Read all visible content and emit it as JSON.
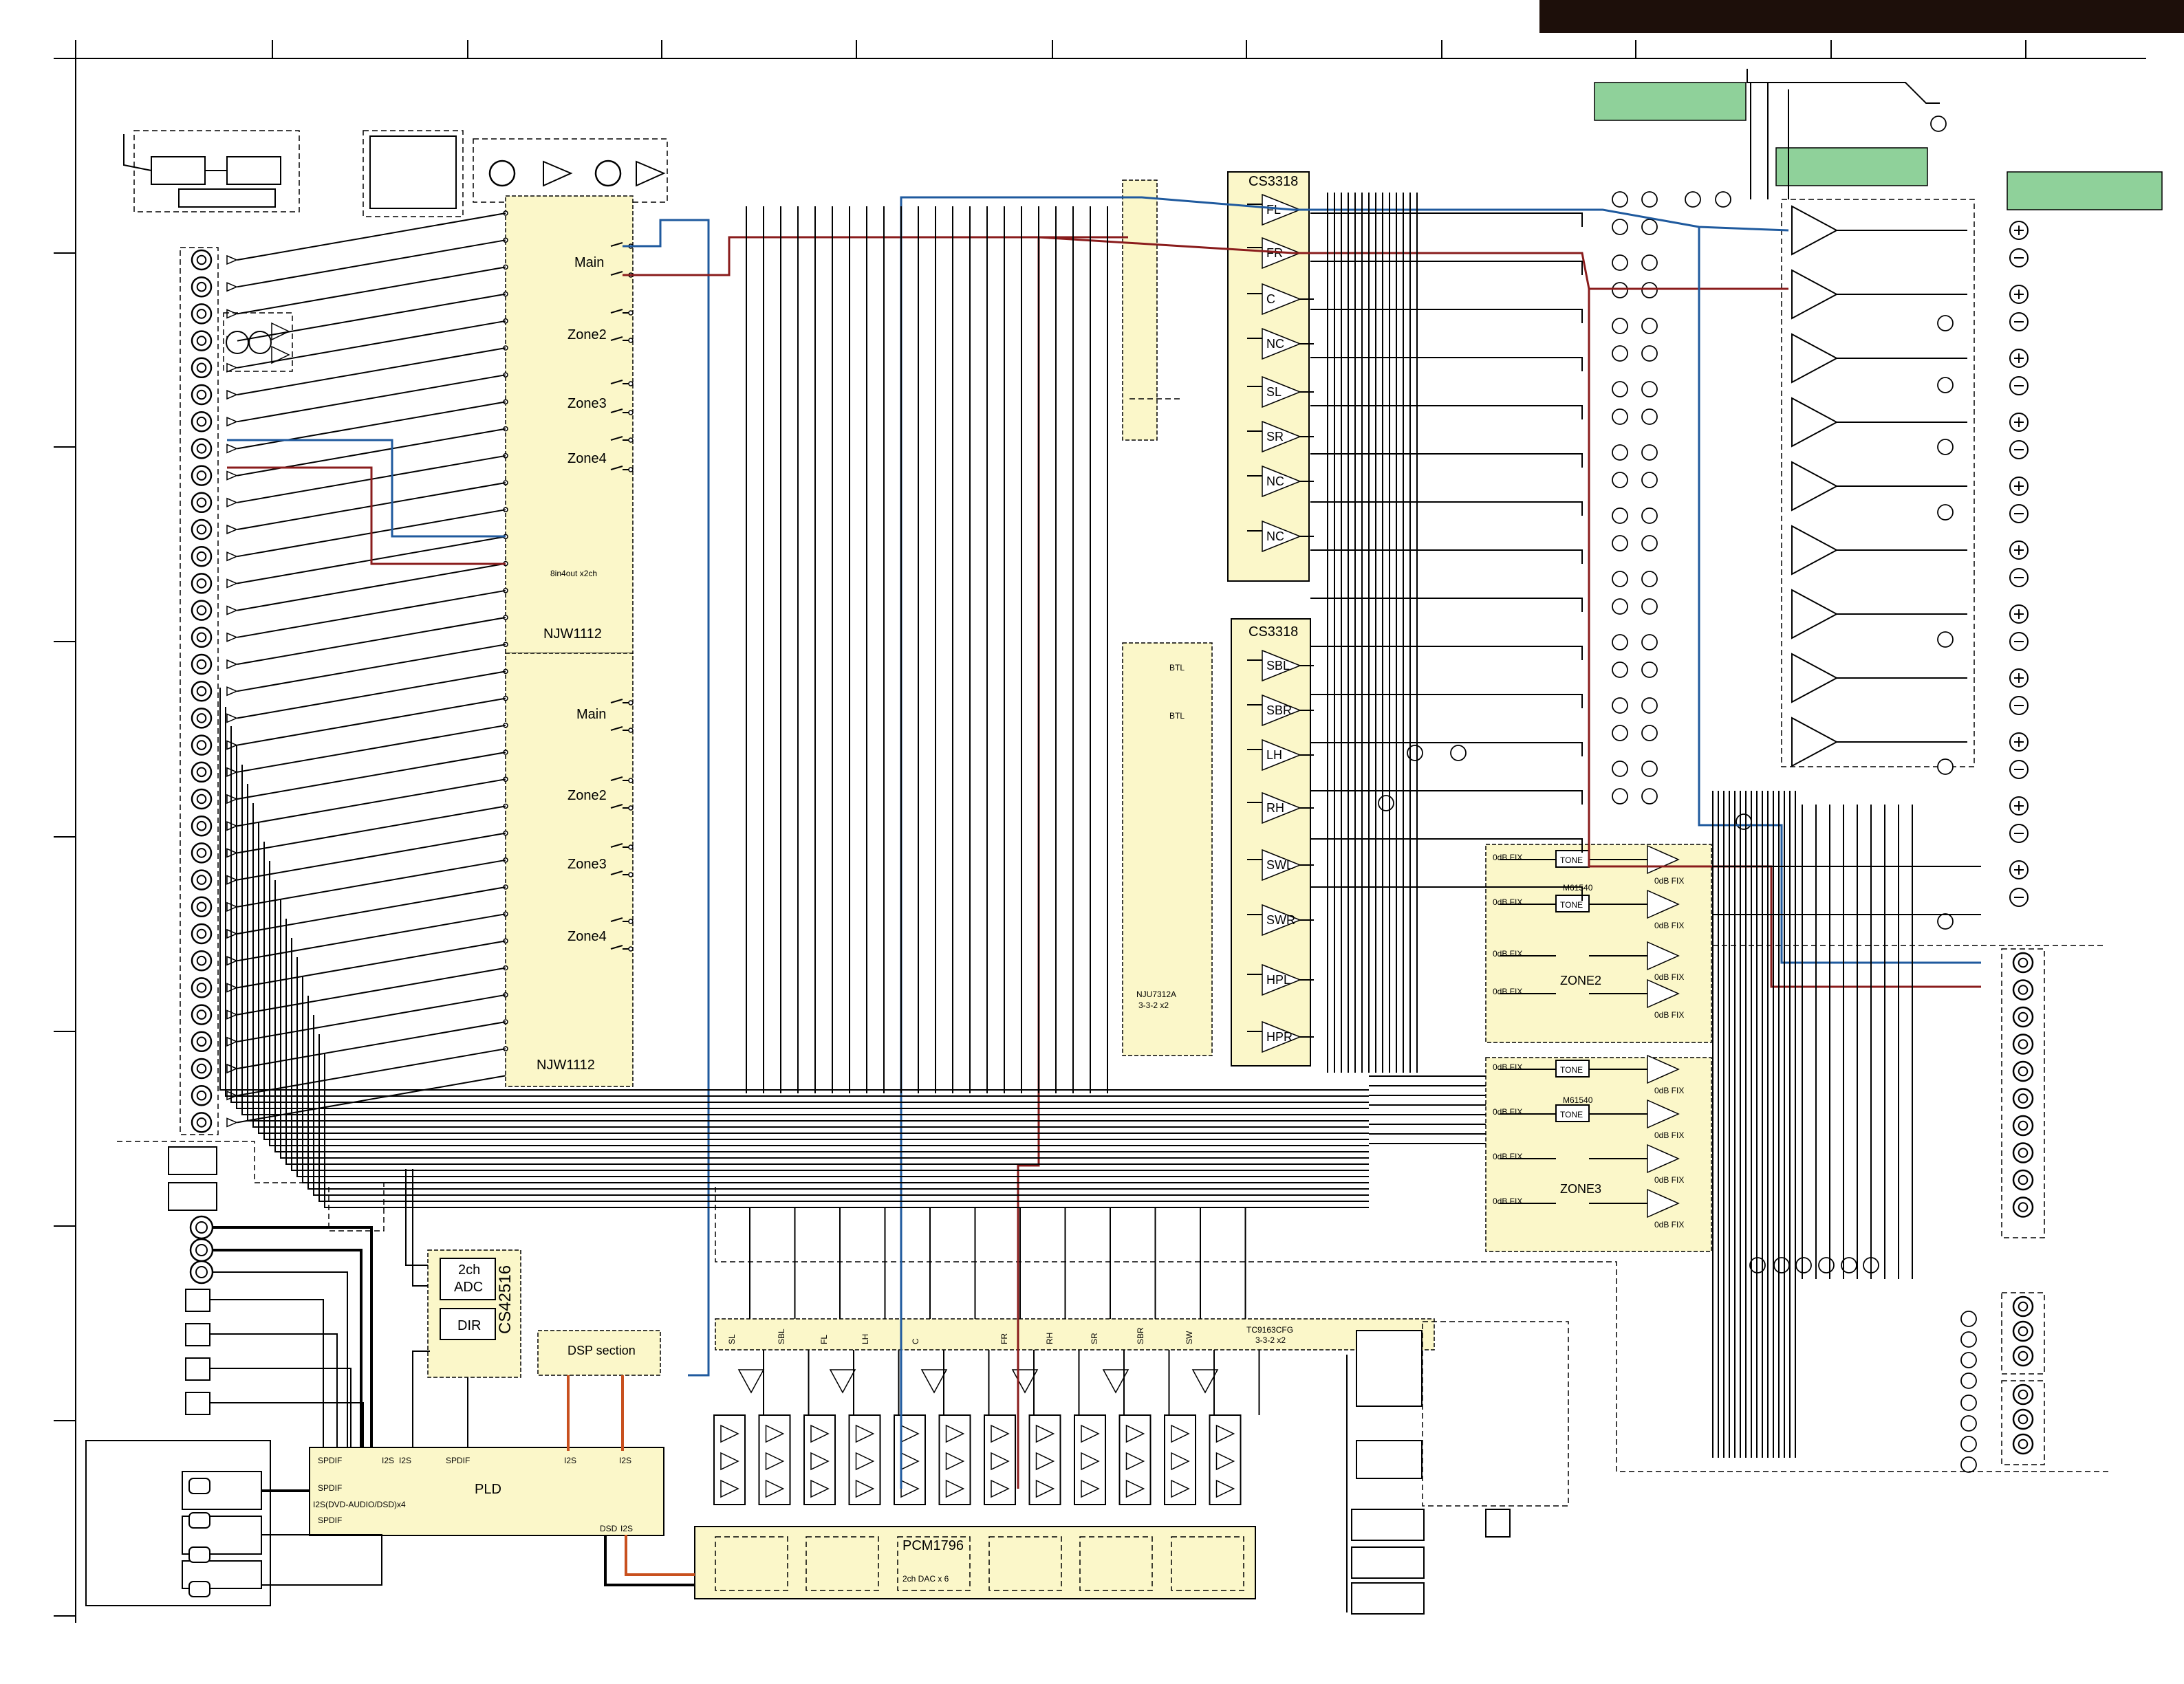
{
  "labels": {
    "njw1112_top": "NJW1112",
    "njw1112_bottom": "NJW1112",
    "main": "Main",
    "zone2": "Zone2",
    "zone3": "Zone3",
    "zone4": "Zone4",
    "sel_note": "8in4out x2ch",
    "cs3318_top": "CS3318",
    "cs3318_bottom": "CS3318",
    "vol_top": [
      "FL",
      "FR",
      "C",
      "NC",
      "SL",
      "SR",
      "NC",
      "NC"
    ],
    "vol_bottom": [
      "SBL",
      "SBR",
      "LH",
      "RH",
      "SWL",
      "SWR",
      "HPL",
      "HPR"
    ],
    "btl": "BTL",
    "nju7312a": "NJU7312A",
    "nju7312a_sub": "3-3-2 x2",
    "m61540": "M61540",
    "tone": "TONE",
    "zero_db_fix": "0dB FIX",
    "zone2_block": "ZONE2",
    "zone3_block": "ZONE3",
    "adc_2ch": "2ch",
    "adc": "ADC",
    "dir": "DIR",
    "cs42516": "CS42516",
    "dsp_section": "DSP section",
    "pld": "PLD",
    "spdif": "SPDIF",
    "i2s": "I2S",
    "i2s_dvd": "I2S(DVD-AUDIO/DSD)x4",
    "dsd": "DSD",
    "pcm1796": "PCM1796",
    "dac_note": "2ch DAC x 6",
    "tc9163cfg": "TC9163CFG",
    "tc9163cfg_sub": "3-3-2 x2",
    "dac_channels": [
      "SL",
      "SBL",
      "FL",
      "LH",
      "C",
      "",
      "FR",
      "RH",
      "SR",
      "SBR",
      "SW",
      ""
    ]
  },
  "colors": {
    "chip_fill": "#fbf7c9",
    "green_box": "#8fd19a",
    "wire_blue": "#1f5a9e",
    "wire_red": "#8a1c1c",
    "wire_orange": "#c8501e",
    "header_bar": "#1d0f0a"
  }
}
